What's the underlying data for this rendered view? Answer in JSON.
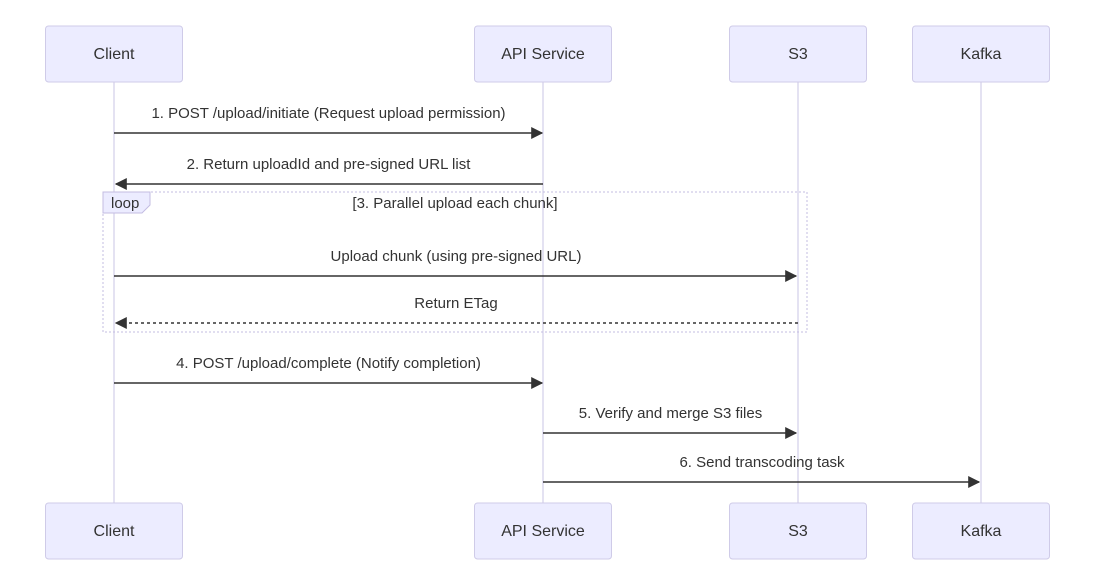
{
  "diagram_type": "sequence-diagram",
  "theme": {
    "background": "#ffffff",
    "actor_fill": "#ececff",
    "actor_border": "#cfcbe8",
    "lifeline_color": "#c9c4e4",
    "loop_border": "#c3bce2",
    "loop_label_fill": "#ececff",
    "arrow_color": "#333333",
    "text_color": "#333333"
  },
  "participants": [
    {
      "id": "client",
      "name": "Client"
    },
    {
      "id": "api-service",
      "name": "API Service"
    },
    {
      "id": "s3",
      "name": "S3"
    },
    {
      "id": "kafka",
      "name": "Kafka"
    }
  ],
  "messages": [
    {
      "from": "Client",
      "to": "API Service",
      "text": "1. POST /upload/initiate (Request upload permission)",
      "line": "solid"
    },
    {
      "from": "API Service",
      "to": "Client",
      "text": "2. Return uploadId and pre-signed URL list",
      "line": "solid"
    },
    {
      "from": "Client",
      "to": "S3",
      "text": "Upload chunk (using pre-signed URL)",
      "line": "solid",
      "in_loop": true
    },
    {
      "from": "S3",
      "to": "Client",
      "text": "Return ETag",
      "line": "dashed",
      "in_loop": true
    },
    {
      "from": "Client",
      "to": "API Service",
      "text": "4. POST /upload/complete (Notify completion)",
      "line": "solid"
    },
    {
      "from": "API Service",
      "to": "S3",
      "text": "5. Verify and merge S3 files",
      "line": "solid"
    },
    {
      "from": "API Service",
      "to": "Kafka",
      "text": "6. Send transcoding task",
      "line": "solid"
    }
  ],
  "loop": {
    "label": "loop",
    "title": "[3. Parallel upload each chunk]"
  }
}
